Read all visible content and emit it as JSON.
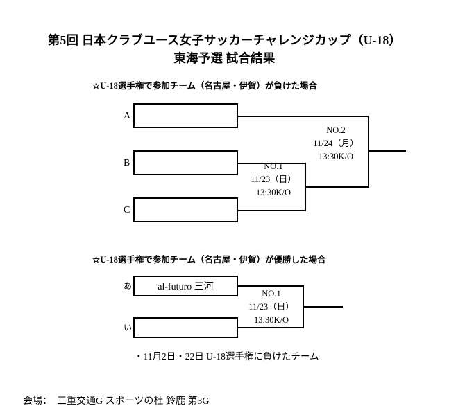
{
  "document": {
    "title_line1": "第5回 日本クラブユース女子サッカーチャレンジカップ（U-18）",
    "title_line2": "東海予選 試合結果"
  },
  "section1": {
    "heading": "☆U-18選手権で参加チーム（名古屋・伊賀）が負けた場合",
    "slots": [
      {
        "label": "A",
        "team": ""
      },
      {
        "label": "B",
        "team": ""
      },
      {
        "label": "C",
        "team": ""
      }
    ],
    "matches": [
      {
        "no": "NO.1",
        "date": "11/23（日）",
        "kickoff": "13:30K/O"
      },
      {
        "no": "NO.2",
        "date": "11/24（月）",
        "kickoff": "13:30K/O"
      }
    ]
  },
  "section2": {
    "heading": "☆U-18選手権で参加チーム（名古屋・伊賀）が優勝した場合",
    "slots": [
      {
        "label": "あ",
        "team": "al-futuro 三河"
      },
      {
        "label": "い",
        "team": ""
      }
    ],
    "matches": [
      {
        "no": "NO.1",
        "date": "11/23（日）",
        "kickoff": "13:30K/O"
      }
    ],
    "note": "・11月2日・22日 U-18選手権に負けたチーム"
  },
  "footer": {
    "venue": "会場：　三重交通G スポーツの杜 鈴鹿 第3G"
  },
  "colors": {
    "background": "#ffffff",
    "ink": "#000000"
  }
}
